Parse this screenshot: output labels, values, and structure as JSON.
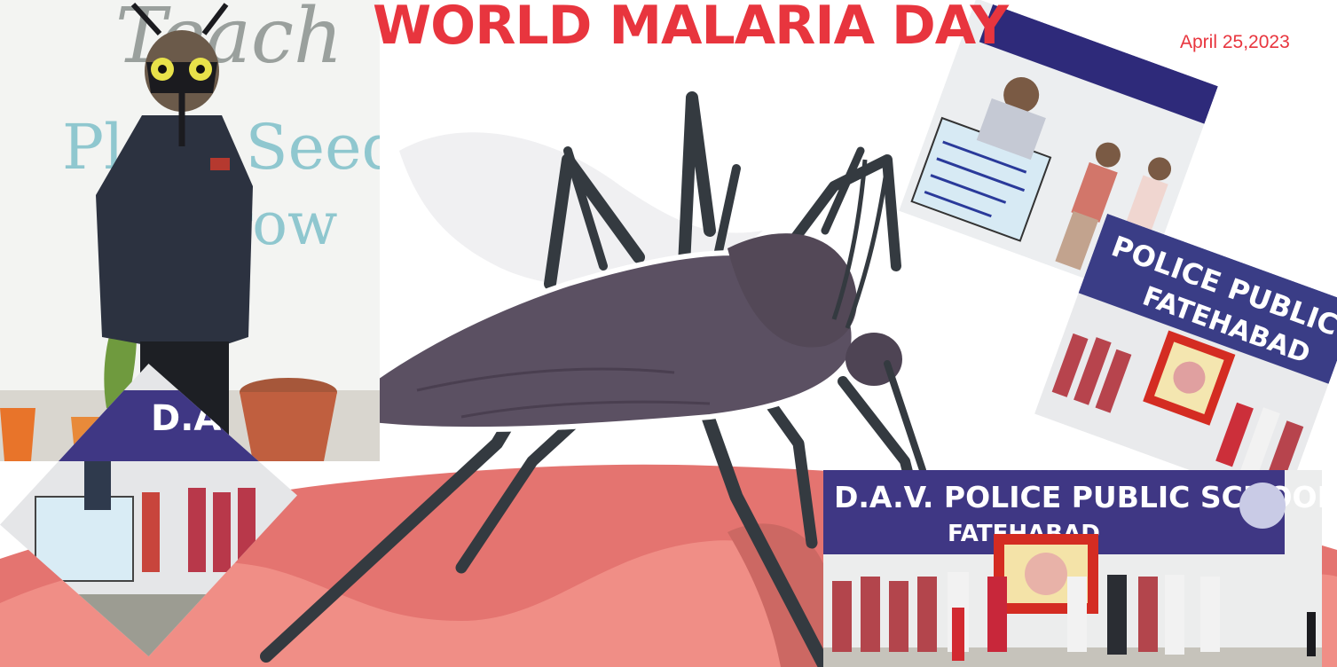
{
  "poster": {
    "title": "WORLD MALARIA DAY",
    "date": "April 25,2023"
  },
  "wall_lettering": {
    "word_top": "Teach",
    "line_1": "Plant Seeds",
    "line_2": "Grow"
  },
  "banners": {
    "school_full": "D.A.V. POLICE PUBLIC SCHOOL",
    "town": "FATEHABAD",
    "school_short": "D.A.V.",
    "school_partial": "POLICE PUBLIC SCHO",
    "town_partial": "FATEHABAD"
  },
  "colors": {
    "title_red": "#e8353e",
    "mosquito_body": "#5b5062",
    "mosquito_legs": "#343a40",
    "skin_main": "#e47470",
    "skin_light": "#f08e86",
    "banner_blue": "#3f3784"
  }
}
